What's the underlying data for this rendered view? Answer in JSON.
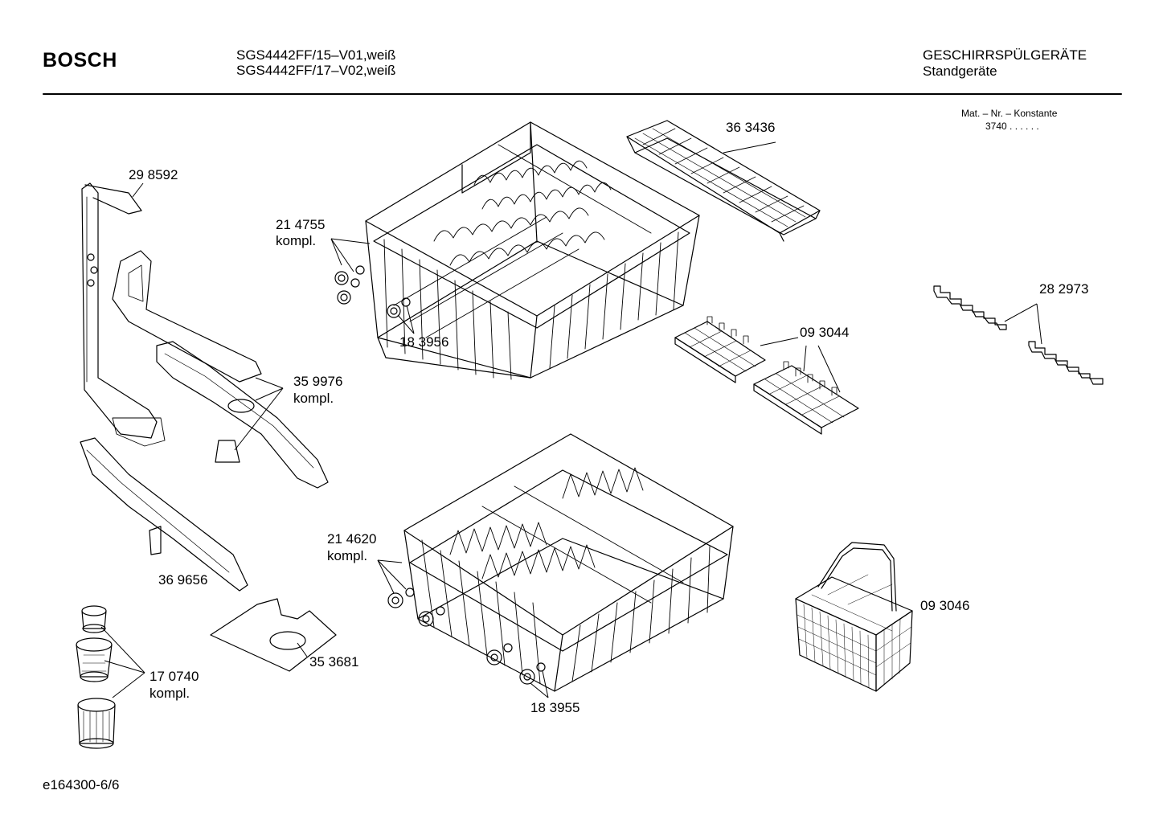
{
  "header": {
    "brand": "BOSCH",
    "models": [
      "SGS4442FF/15–V01,weiß",
      "SGS4442FF/17–V02,weiß"
    ],
    "category": "GESCHIRRSPÜLGERÄTE",
    "subcategory": "Standgeräte"
  },
  "mat": {
    "label": "Mat. – Nr. – Konstante",
    "value": "3740 .  .     .  .  .  ."
  },
  "parts": {
    "p363436": "36 3436",
    "p298592": "29 8592",
    "p214755": "21 4755",
    "p214755_sub": "kompl.",
    "p183956": "18 3956",
    "p282973": "28 2973",
    "p093044": "09 3044",
    "p359976": "35 9976",
    "p359976_sub": "kompl.",
    "p214620": "21 4620",
    "p214620_sub": "kompl.",
    "p369656": "36 9656",
    "p093046": "09 3046",
    "p353681": "35 3681",
    "p170740": "17 0740",
    "p170740_sub": "kompl.",
    "p183955": "18 3955"
  },
  "footer": {
    "doc_id": "e164300-6/6"
  }
}
